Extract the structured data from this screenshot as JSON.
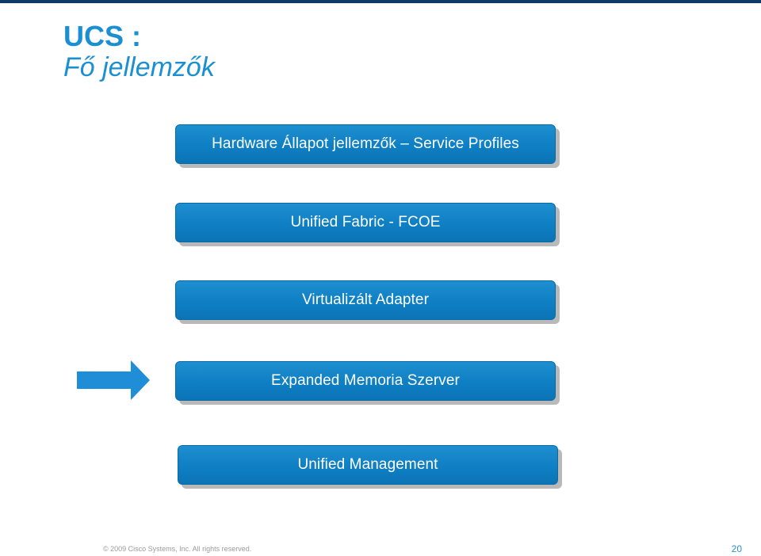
{
  "slide": {
    "title_line1": "UCS :",
    "title_line2": "Fő jellemzők",
    "items": [
      "Hardware Állapot jellemzők – Service Profiles",
      "Unified Fabric - FCOE",
      "Virtualizált Adapter",
      "Expanded Memoria Szerver",
      "Unified Management"
    ],
    "highlighted_item_index": 3,
    "footer": "© 2009 Cisco Systems, Inc. All rights reserved.",
    "page_number": "20"
  },
  "colors": {
    "title": "#1a8fd1",
    "box_fill": "#0f7fc3",
    "arrow": "#1f8ed6",
    "top_bar": "#0d3a66",
    "page_number": "#2a8fd4"
  },
  "icons": {
    "pointer": "right-arrow-icon"
  }
}
